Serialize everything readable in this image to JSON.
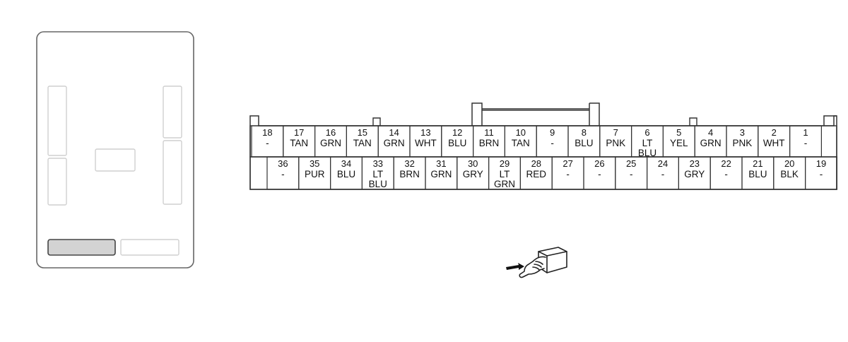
{
  "connector": {
    "top_row": [
      {
        "pin": "18",
        "color": [
          "-"
        ]
      },
      {
        "pin": "17",
        "color": [
          "TAN"
        ]
      },
      {
        "pin": "16",
        "color": [
          "GRN"
        ]
      },
      {
        "pin": "15",
        "color": [
          "TAN"
        ]
      },
      {
        "pin": "14",
        "color": [
          "GRN"
        ]
      },
      {
        "pin": "13",
        "color": [
          "WHT"
        ]
      },
      {
        "pin": "12",
        "color": [
          "BLU"
        ]
      },
      {
        "pin": "11",
        "color": [
          "BRN"
        ]
      },
      {
        "pin": "10",
        "color": [
          "TAN"
        ]
      },
      {
        "pin": "9",
        "color": [
          "-"
        ]
      },
      {
        "pin": "8",
        "color": [
          "BLU"
        ]
      },
      {
        "pin": "7",
        "color": [
          "PNK"
        ]
      },
      {
        "pin": "6",
        "color": [
          "LT",
          "BLU"
        ]
      },
      {
        "pin": "5",
        "color": [
          "YEL"
        ]
      },
      {
        "pin": "4",
        "color": [
          "GRN"
        ]
      },
      {
        "pin": "3",
        "color": [
          "PNK"
        ]
      },
      {
        "pin": "2",
        "color": [
          "WHT"
        ]
      },
      {
        "pin": "1",
        "color": [
          "-"
        ]
      }
    ],
    "bottom_row": [
      {
        "pin": "36",
        "color": [
          "-"
        ]
      },
      {
        "pin": "35",
        "color": [
          "PUR"
        ]
      },
      {
        "pin": "34",
        "color": [
          "BLU"
        ]
      },
      {
        "pin": "33",
        "color": [
          "LT",
          "BLU"
        ]
      },
      {
        "pin": "32",
        "color": [
          "BRN"
        ]
      },
      {
        "pin": "31",
        "color": [
          "GRN"
        ]
      },
      {
        "pin": "30",
        "color": [
          "GRY"
        ]
      },
      {
        "pin": "29",
        "color": [
          "LT",
          "GRN"
        ]
      },
      {
        "pin": "28",
        "color": [
          "RED"
        ]
      },
      {
        "pin": "27",
        "color": [
          "-"
        ]
      },
      {
        "pin": "26",
        "color": [
          "-"
        ]
      },
      {
        "pin": "25",
        "color": [
          "-"
        ]
      },
      {
        "pin": "24",
        "color": [
          "-"
        ]
      },
      {
        "pin": "23",
        "color": [
          "GRY"
        ]
      },
      {
        "pin": "22",
        "color": [
          "-"
        ]
      },
      {
        "pin": "21",
        "color": [
          "BLU"
        ]
      },
      {
        "pin": "20",
        "color": [
          "BLK"
        ]
      },
      {
        "pin": "19",
        "color": [
          "-"
        ]
      }
    ]
  },
  "locator": {
    "highlighted_slot": "bottom-left",
    "highlight_color": "#d3d3d3"
  },
  "icons": {
    "view_direction": "hand-pushing-connector-icon"
  },
  "colors": {
    "line": "#333333",
    "locator_line": "#c8c8c8",
    "background": "#ffffff"
  }
}
